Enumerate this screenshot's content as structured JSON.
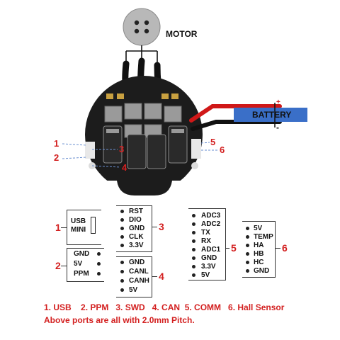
{
  "colors": {
    "red_label": "#d32020",
    "battery_box": "#3a6fc8",
    "board": "#1c1c1c"
  },
  "motor": {
    "label": "MOTOR"
  },
  "battery": {
    "label": "BATTERY",
    "plus": "+",
    "minus": "-"
  },
  "board_callouts": [
    "1",
    "2",
    "3",
    "4",
    "5",
    "6"
  ],
  "ports": {
    "p1": {
      "num": "1",
      "pins": [
        "USB",
        "MINI"
      ]
    },
    "p2": {
      "num": "2",
      "pins": [
        "GND",
        "5V",
        "PPM"
      ]
    },
    "p3": {
      "num": "3",
      "pins": [
        "RST",
        "DIO",
        "GND",
        "CLK",
        "3.3V"
      ]
    },
    "p4": {
      "num": "4",
      "pins": [
        "GND",
        "CANL",
        "CANH",
        "5V"
      ]
    },
    "p5": {
      "num": "5",
      "pins": [
        "ADC3",
        "ADC2",
        "TX",
        "RX",
        "ADC1",
        "GND",
        "3.3V",
        "5V"
      ]
    },
    "p6": {
      "num": "6",
      "pins": [
        "5V",
        "TEMP",
        "HA",
        "HB",
        "HC",
        "GND"
      ]
    }
  },
  "caption": {
    "line1": "1. USB    2. PPM   3. SWD   4. CAN  5. COMM   6. Hall Sensor",
    "line2": "Above ports are all with 2.0mm Pitch."
  }
}
